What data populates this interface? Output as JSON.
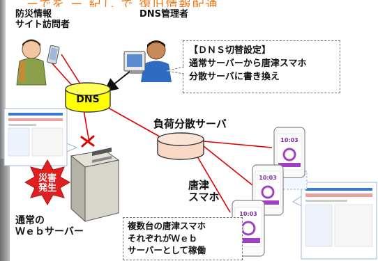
{
  "header": {
    "title": "ーでを ー 紀し で 復旧情報配通"
  },
  "visitor": {
    "label_line1": "防災情報",
    "label_line2": "サイト訪問者"
  },
  "admin": {
    "label": "DNS管理者"
  },
  "note_dns": {
    "line1": "【ＤＮＳ切替設定】",
    "line2": "通常サーバーから唐津スマホ",
    "line3": "分散サーバに書き換え"
  },
  "dns": {
    "label": "DNS"
  },
  "lb": {
    "label": "負荷分散サーバ"
  },
  "disaster": {
    "line1": "災害",
    "line2": "発生"
  },
  "normal_server": {
    "line1": "通常の",
    "line2": "Ｗｅｂサーバー"
  },
  "karatsu": {
    "line1": "唐津",
    "line2": "スマホ"
  },
  "note_phones": {
    "line1": "複数台の唐津スマホ",
    "line2": "それぞれがＷｅｂ",
    "line3": "サーバーとして稼働"
  },
  "phone_screen": {
    "time": "10:03"
  },
  "colors": {
    "accent": "#f07a18",
    "link": "#e00000",
    "dns_fill": "#ffff00",
    "lb_fill": "#f9d9c6",
    "badge": "#e02020"
  }
}
